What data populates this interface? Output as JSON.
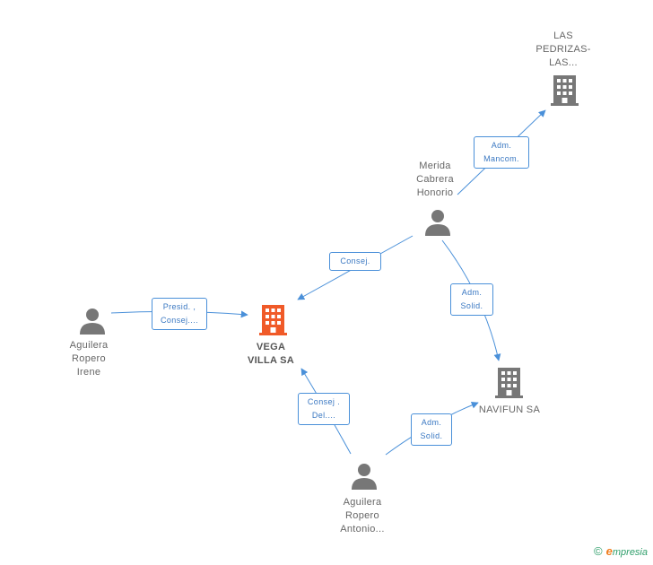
{
  "colors": {
    "edge": "#4a90d9",
    "person_icon": "#777777",
    "company_icon": "#777777",
    "company_main_icon": "#f05a28"
  },
  "nodes": {
    "las_pedrizas": {
      "lines": [
        "LAS",
        "PEDRIZAS-",
        "LAS..."
      ],
      "icon": "building-icon"
    },
    "merida": {
      "lines": [
        "Merida",
        "Cabrera",
        "Honorio"
      ],
      "icon": "person-icon"
    },
    "aguilera_irene": {
      "lines": [
        "Aguilera",
        "Ropero",
        "Irene"
      ],
      "icon": "person-icon"
    },
    "vega_villa": {
      "lines": [
        "VEGA",
        "VILLA SA"
      ],
      "icon": "building-icon"
    },
    "navifun": {
      "lines": [
        "NAVIFUN SA"
      ],
      "icon": "building-icon"
    },
    "aguilera_antonio": {
      "lines": [
        "Aguilera",
        "Ropero",
        "Antonio..."
      ],
      "icon": "person-icon"
    }
  },
  "edges": {
    "adm_mancom": {
      "lines": [
        "Adm.",
        "Mancom."
      ]
    },
    "consej_merida": {
      "lines": [
        "Consej."
      ]
    },
    "adm_solid_merida": {
      "lines": [
        "Adm.",
        "Solid."
      ]
    },
    "presid_consej": {
      "lines": [
        "Presid. ,",
        "Consej...."
      ]
    },
    "consej_del": {
      "lines": [
        "Consej .",
        "Del...."
      ]
    },
    "adm_solid_antonio": {
      "lines": [
        "Adm.",
        "Solid."
      ]
    }
  },
  "footer": {
    "copyright": "©",
    "brand_initial": "e",
    "brand_rest": "mpresia"
  }
}
